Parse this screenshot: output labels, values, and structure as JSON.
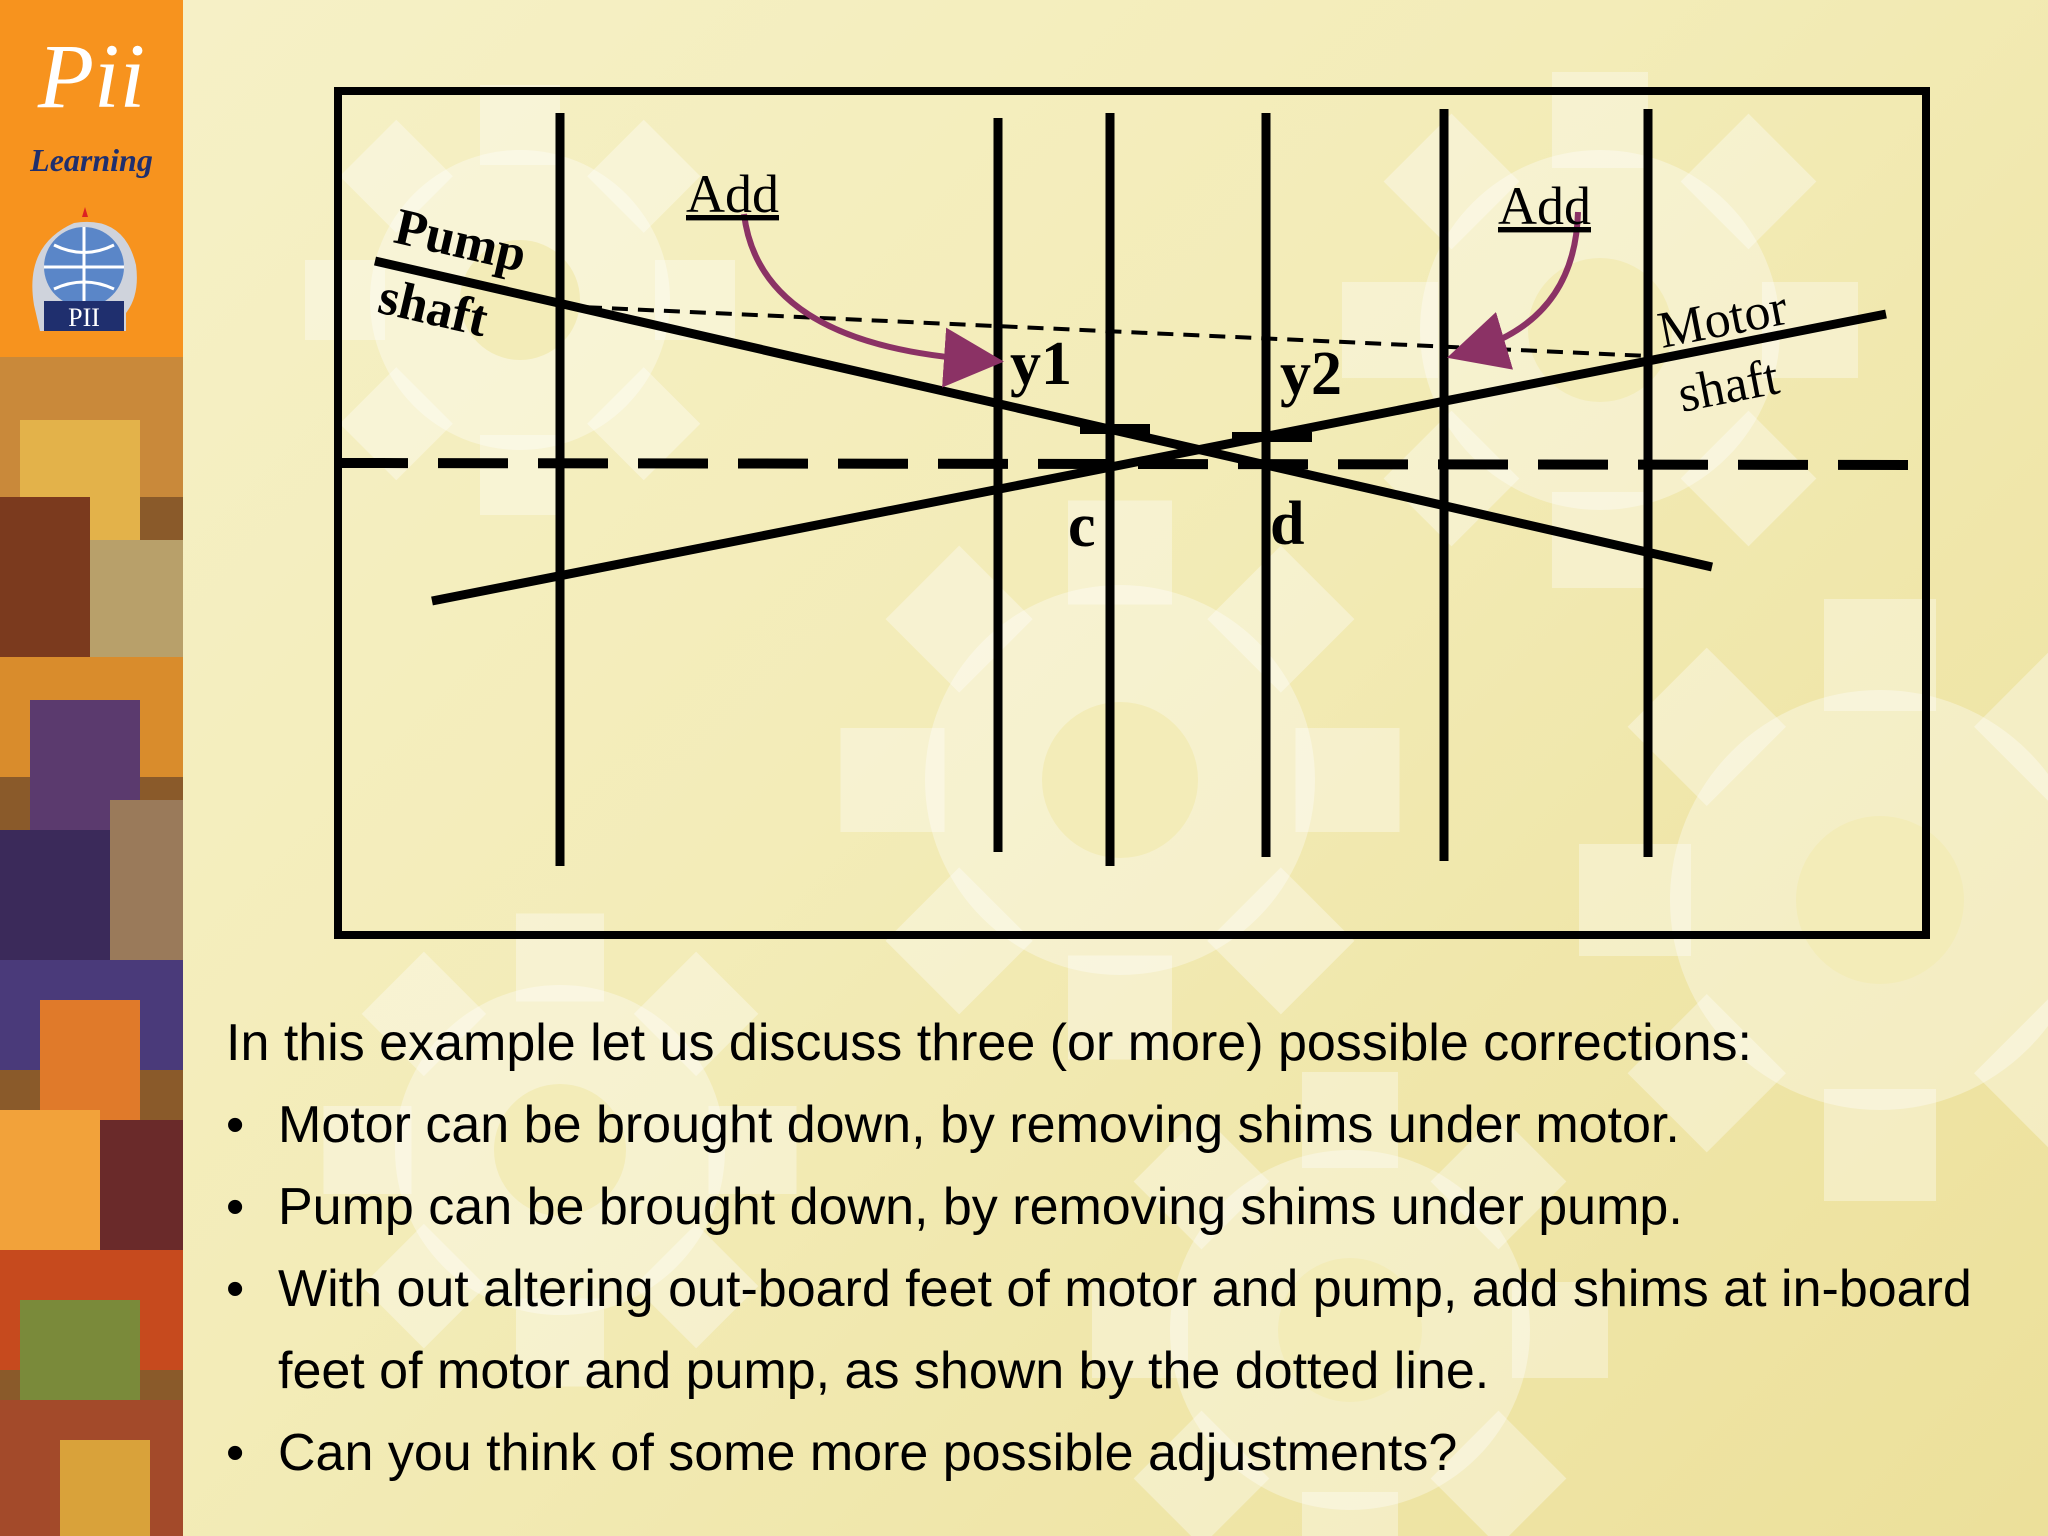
{
  "logo": {
    "title": "Pii",
    "subtitle": "Learning",
    "emblem_text": "PII",
    "emblem_icon": "globe-head-icon"
  },
  "diagram": {
    "labels": {
      "add_left": "Add",
      "add_right": "Add",
      "pump_line1": "Pump",
      "pump_line2": "shaft",
      "motor_line1": "Motor",
      "motor_line2": "shaft",
      "y1": "y1",
      "y2": "y2",
      "c": "c",
      "d": "d"
    },
    "colors": {
      "arrow": "#8b3265",
      "line": "#000000",
      "sidebar_accent": "#f7931e"
    }
  },
  "text": {
    "intro": "In this example let us discuss three (or more) possible corrections:",
    "bullets": [
      "Motor can be brought down, by removing shims under motor.",
      "Pump can be brought down, by removing shims under pump.",
      "With out altering out-board feet of motor and pump, add shims at in-board feet of motor and pump, as shown by the dotted line.",
      "Can you think of some more possible adjustments?"
    ]
  }
}
